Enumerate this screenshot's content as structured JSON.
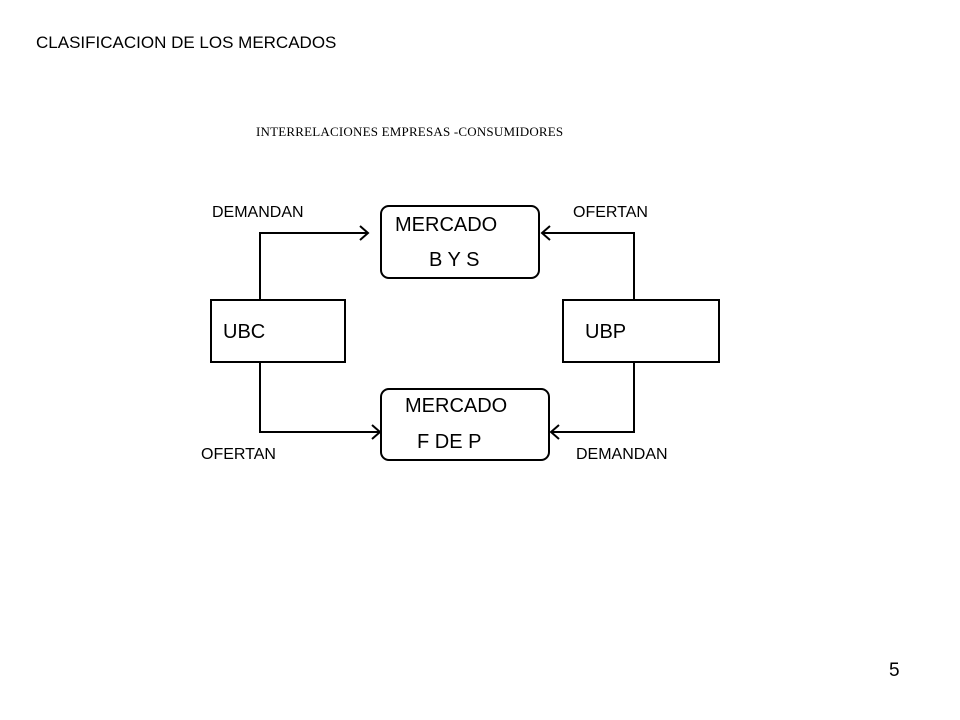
{
  "title": "CLASIFICACION DE LOS MERCADOS",
  "subtitle": "INTERRELACIONES EMPRESAS -CONSUMIDORES",
  "page_number": "5",
  "diagram": {
    "market_top": {
      "line1": "MERCADO",
      "line2": "B Y S"
    },
    "market_bottom": {
      "line1": "MERCADO",
      "line2": "F DE P"
    },
    "left_box": "UBC",
    "right_box": "UBP",
    "arrow_top_left": "DEMANDAN",
    "arrow_top_right": "OFERTAN",
    "arrow_bottom_left": "OFERTAN",
    "arrow_bottom_right": "DEMANDAN"
  }
}
